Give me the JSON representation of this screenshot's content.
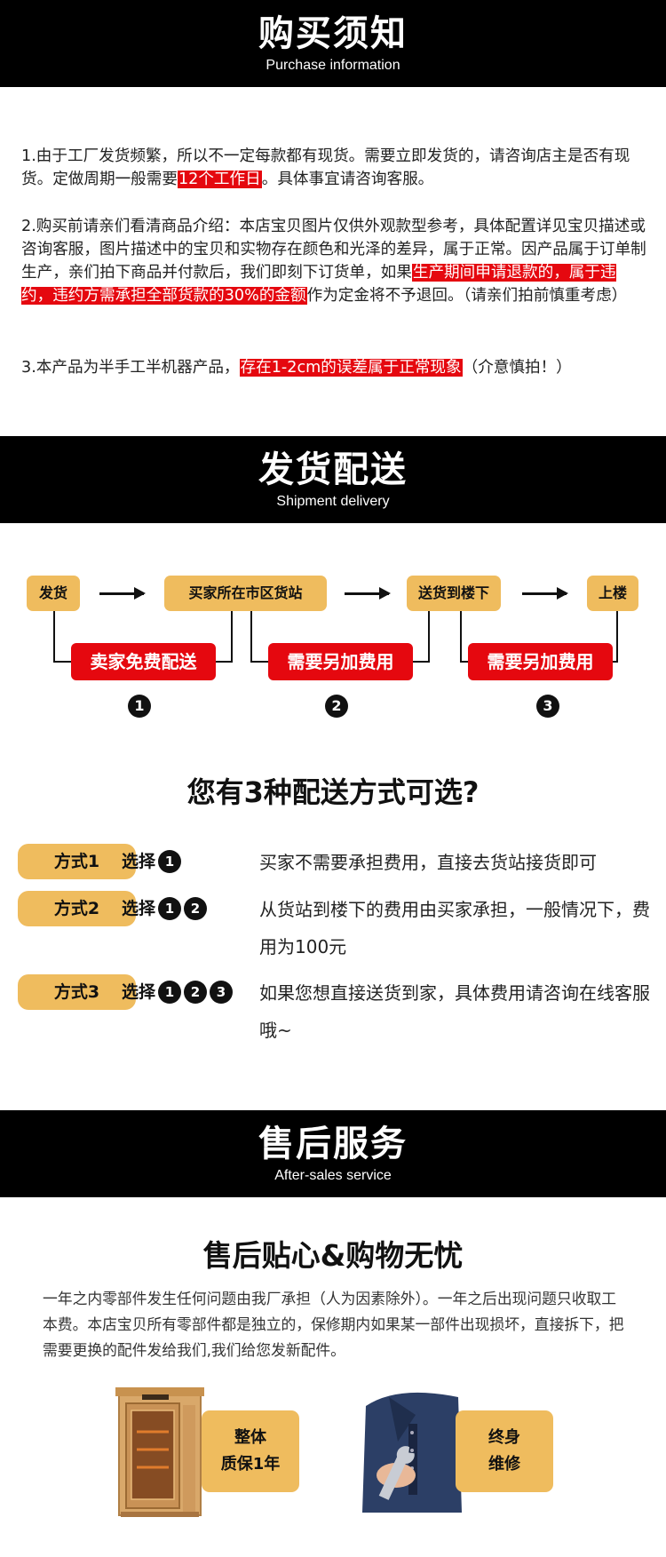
{
  "sections": {
    "purchase": {
      "title": "购买须知",
      "subtitle": "Purchase information"
    },
    "delivery": {
      "title": "发货配送",
      "subtitle": "Shipment  delivery"
    },
    "aftersales": {
      "title": "售后服务",
      "subtitle": "After-sales service"
    }
  },
  "notes": {
    "p1": {
      "a": "1.由于工厂发货频繁，所以不一定每款都有现货。需要立即发货的，请咨询店主是否有现货。定做周期一般需要",
      "hl": "12个工作日",
      "b": "。具体事宜请咨询客服。"
    },
    "p2": {
      "a": "2.购买前请亲们看清商品介绍：本店宝贝图片仅供外观款型参考，具体配置详见宝贝描述或咨询客服，图片描述中的宝贝和实物存在颜色和光泽的差异，属于正常。因产品属于订单制生产，亲们拍下商品并付款后，我们即刻下订货单，如果",
      "hl": "生产期间申请退款的，属于违约，违约方需承担全部货款的30%的金额",
      "b": "作为定金将不予退回。（请亲们拍前慎重考虑）"
    },
    "p3": {
      "a": "3.本产品为半手工半机器产品，",
      "hl": "存在1-2cm的误差属于正常现象",
      "b": "（介意慎拍！）"
    }
  },
  "flow": {
    "nodes": [
      "发货",
      "买家所在市区货站",
      "送货到楼下",
      "上楼"
    ],
    "fees": [
      "卖家免费配送",
      "需要另加费用",
      "需要另加费用"
    ],
    "numbers": [
      "1",
      "2",
      "3"
    ]
  },
  "options": {
    "heading": "您有3种配送方式可选?",
    "choose_label": "选择",
    "items": [
      {
        "method": "方式1",
        "steps": [
          "1"
        ],
        "desc": "买家不需要承担费用，直接去货站接货即可"
      },
      {
        "method": "方式2",
        "steps": [
          "1",
          "2"
        ],
        "desc": "从货站到楼下的费用由买家承担，一般情况下，费用为100元"
      },
      {
        "method": "方式3",
        "steps": [
          "1",
          "2",
          "3"
        ],
        "desc": "如果您想直接送货到家，具体费用请咨询在线客服哦~"
      }
    ]
  },
  "aftersales": {
    "heading": "售后贴心&购物无忧",
    "text": "一年之内零部件发生任何问题由我厂承担（人为因素除外）。一年之后出现问题只收取工本费。本店宝贝所有零部件都是独立的，保修期内如果某一部件出现损坏，直接拆下，把需要更换的配件发给我们,我们给您发新配件。",
    "features": [
      {
        "line1": "整体",
        "line2": "质保1年"
      },
      {
        "line1": "终身",
        "line2": "维修"
      }
    ]
  },
  "colors": {
    "banner": "#000000",
    "accent_gold": "#efbc5e",
    "highlight_red": "#e5080f"
  }
}
